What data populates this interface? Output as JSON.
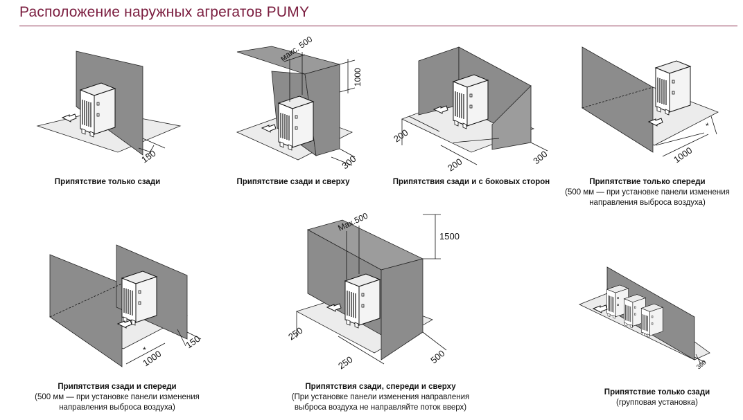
{
  "header": {
    "title": "Расположение наружных агрегатов PUMY"
  },
  "diagrams": [
    {
      "caption": "Припятствие только сзади",
      "note": [],
      "dims": {
        "a": "150"
      }
    },
    {
      "caption": "Припятствие сзади и сверху",
      "note": [],
      "dims": {
        "a": "макс. 500",
        "b": "1000",
        "c": "300"
      }
    },
    {
      "caption": "Припятствия сзади и с боковых сторон",
      "note": [],
      "dims": {
        "a": "200",
        "b": "200",
        "c": "300"
      }
    },
    {
      "caption": "Припятствие только спереди",
      "note": [
        "(500 мм — при установке панели изменения",
        "направления выброса воздуха)"
      ],
      "dims": {
        "a": "*",
        "b": "1000"
      }
    },
    {
      "caption": "Припятствия сзади и спереди",
      "note": [
        "(500 мм — при установке панели изменения",
        "направления выброса воздуха)"
      ],
      "dims": {
        "a": "150",
        "b": "*",
        "c": "1000"
      }
    },
    {
      "caption": "Припятствия сзади, спереди и сверху",
      "note": [
        "(При установке панели изменения направления",
        "выброса воздуха не направляйте поток вверх)"
      ],
      "dims": {
        "a": "Max.500",
        "b": "1500",
        "c": "250",
        "d": "250",
        "e": "500"
      }
    },
    {
      "caption": "Припятствие только сзади",
      "note": [
        "(групповая установка)"
      ],
      "dims": {
        "a": "300"
      }
    }
  ]
}
